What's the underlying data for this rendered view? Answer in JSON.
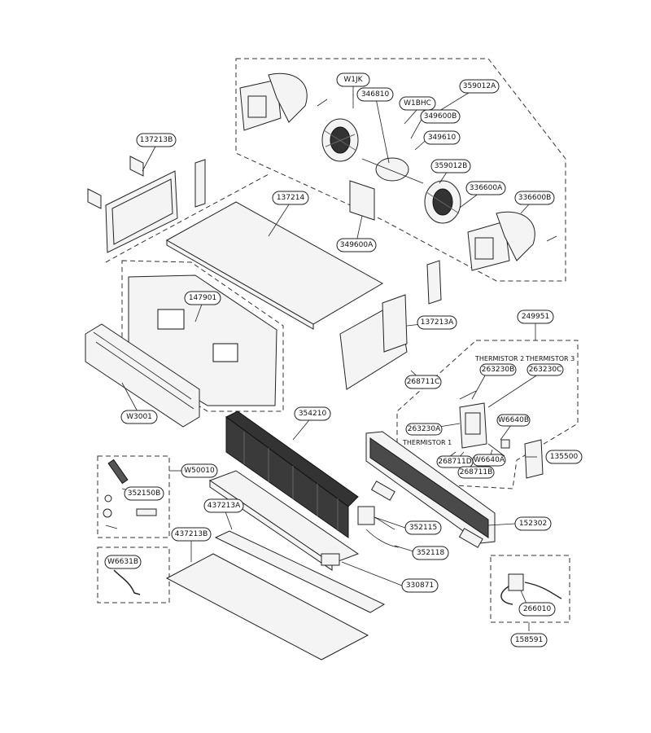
{
  "part_labels": {
    "l_359012A": "359012A",
    "l_W1JK": "W1JK",
    "l_346810": "346810",
    "l_W1BHC": "W1BHC",
    "l_349600B": "349600B",
    "l_349610": "349610",
    "l_359012B": "359012B",
    "l_336600A": "336600A",
    "l_336600B": "336600B",
    "l_349600A": "349600A",
    "l_137213B": "137213B",
    "l_137214": "137214",
    "l_147901": "147901",
    "l_W3001": "W3001",
    "l_137213A": "137213A",
    "l_268711C": "268711C",
    "l_249951": "249951",
    "l_263230B": "263230B",
    "l_263230C": "263230C",
    "l_263230A": "263230A",
    "l_W6640B": "W6640B",
    "l_268711D": "268711D",
    "l_W6640A": "W6640A",
    "l_268711B": "268711B",
    "l_354210": "354210",
    "l_135500": "135500",
    "l_W50010": "W50010",
    "l_352150B": "352150B",
    "l_437213A": "437213A",
    "l_352115": "352115",
    "l_352118": "352118",
    "l_152302": "152302",
    "l_437213B": "437213B",
    "l_W6631B": "W6631B",
    "l_330871": "330871",
    "l_266010": "266010",
    "l_158591": "158591"
  },
  "text_labels": {
    "thermistor_2": "THERMISTOR 2",
    "thermistor_3": "THERMISTOR 3",
    "thermistor_1": "THERMISTOR 1"
  }
}
